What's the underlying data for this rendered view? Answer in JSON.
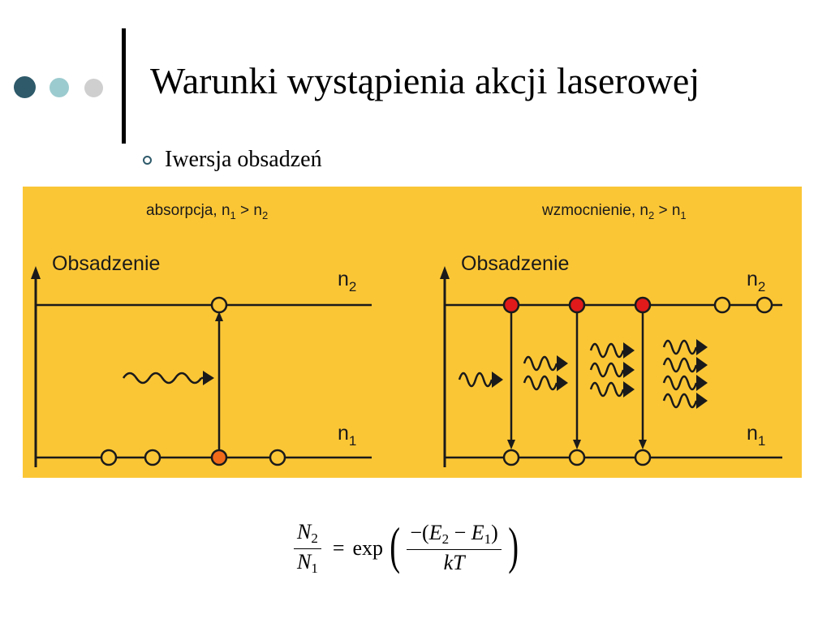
{
  "slide": {
    "title": "Warunki wystąpienia akcji laserowej",
    "bullet": "Iwersja obsadzeń",
    "decor_colors": [
      "#2e5a6a",
      "#9ccbcf",
      "#cfcfcf"
    ]
  },
  "diagram": {
    "background": "#fbc636",
    "left": {
      "caption_main": "absorpcja, n",
      "caption_s1": "1",
      "caption_gt": " > n",
      "caption_s2": "2",
      "axis_label": "Obsadzenie",
      "upper_label": "n",
      "upper_sub": "2",
      "lower_label": "n",
      "lower_sub": "1",
      "excited_color": "#f06a1a"
    },
    "right": {
      "caption_main": "wzmocnienie, n",
      "caption_s1": "2",
      "caption_gt": " > n",
      "caption_s2": "1",
      "axis_label": "Obsadzenie",
      "upper_label": "n",
      "upper_sub": "2",
      "lower_label": "n",
      "lower_sub": "1",
      "excited_color": "#e01a1a"
    }
  },
  "formula": {
    "lhs_num_var": "N",
    "lhs_num_sub": "2",
    "lhs_den_var": "N",
    "lhs_den_sub": "1",
    "equals": "=",
    "func": "exp",
    "paren_open": "(",
    "paren_close": ")",
    "rhs_num_pre": "−(",
    "rhs_e2": "E",
    "rhs_e2_sub": "2",
    "rhs_minus": " − ",
    "rhs_e1": "E",
    "rhs_e1_sub": "1",
    "rhs_num_post": ")",
    "rhs_den": "kT"
  }
}
